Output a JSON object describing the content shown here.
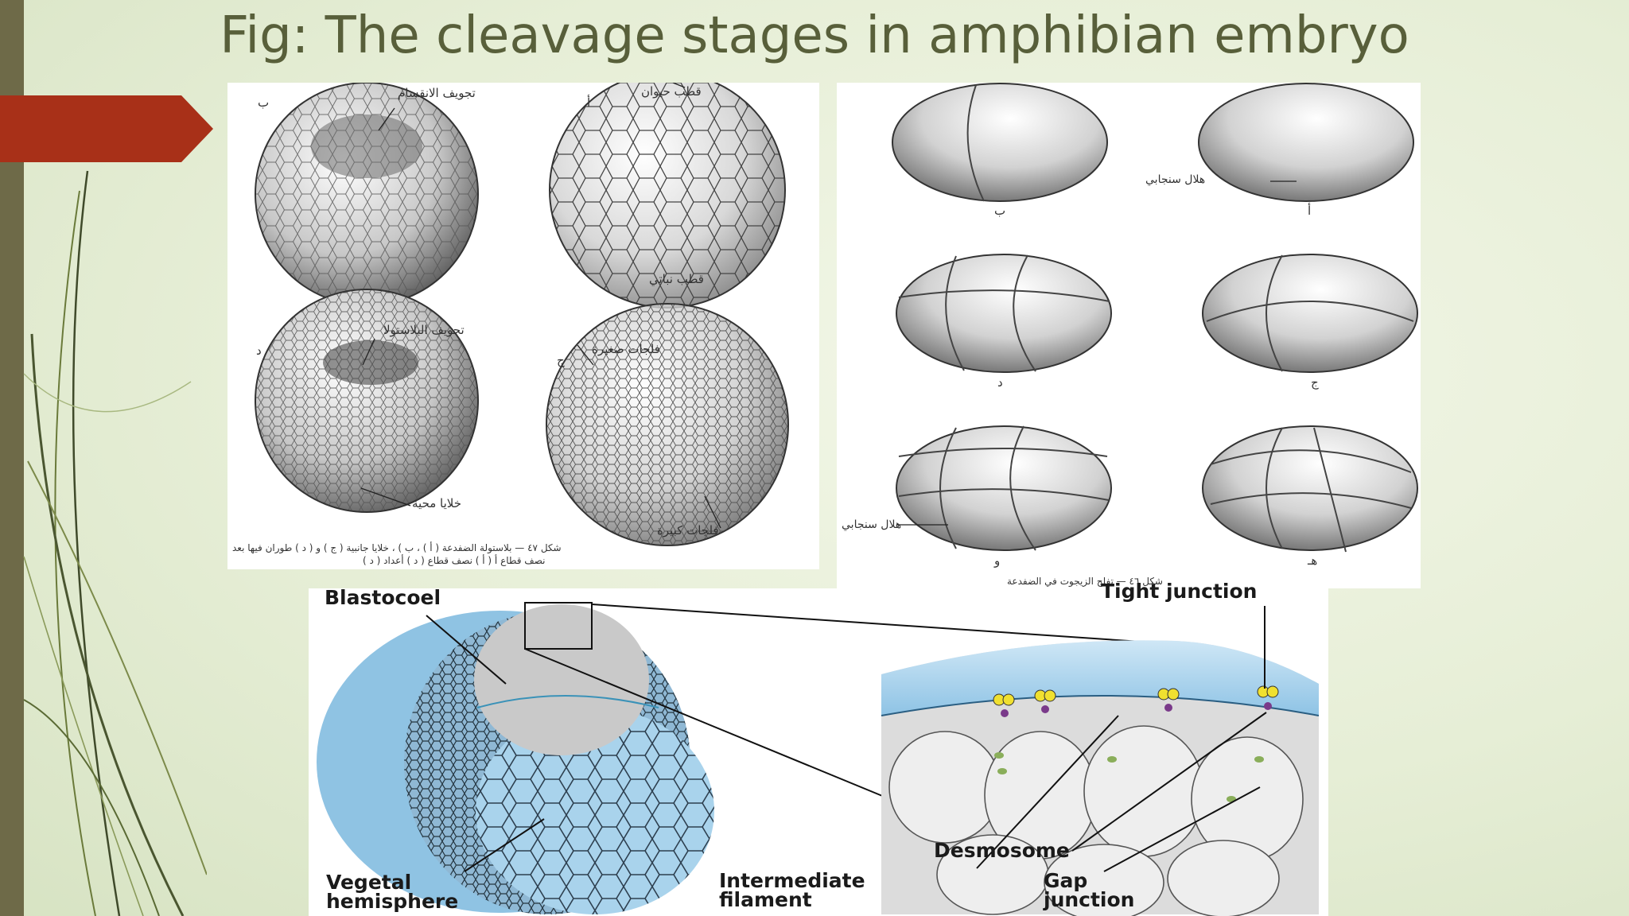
{
  "slide": {
    "title": "Fig: The cleavage stages in amphibian embryo",
    "colors": {
      "accent": "#a83018",
      "sidebar": "#6e6a48",
      "title": "#585f3a",
      "blue": "#8fc3e3"
    }
  },
  "blastula_figure": {
    "labels": {
      "stage_a": "أ",
      "stage_b": "ب",
      "stage_c": "ج",
      "stage_d": "د",
      "animal_pole": "قطب حيوان",
      "vegetal_pole": "قطب نباتي",
      "segmentation_cavity": "تجويف الانقسام",
      "blastocoel": "تجويف البلاستولا",
      "small_cells": "فلجات صغيرة",
      "large_cells": "فلجات كبيرة",
      "yolk_cells": "خلايا محية"
    },
    "caption_line1": "شكل ٤٧ — بلاستولة الضفدعة ( أ ) ، ب ) ، خلايا جانبية ( ج ) و ( د ) طوران فيها بعد",
    "caption_line2": "( د ) نصف قطاع أ ( أ ) نصف قطاع ( د ) أعداد"
  },
  "cleavage_figure": {
    "labels": {
      "stage_a": "أ",
      "stage_b": "ب",
      "stage_c": "ج",
      "stage_d": "د",
      "stage_e": "هـ",
      "stage_f": "و",
      "cleavage_furrow_1": "هلال سنجابي",
      "cleavage_furrow_2": "هلال سنجابي"
    },
    "caption": "شكل ٤٦ — تفلج الزيجوت في الضفدعة"
  },
  "junction_figure": {
    "labels": {
      "blastocoel": "Blastocoel",
      "tight_junction": "Tight junction",
      "desmosome": "Desmosome",
      "vegetal_hemisphere": "Vegetal\nhemisphere",
      "intermediate_filament": "Intermediate\nfilament",
      "gap_junction": "Gap\njunction"
    }
  }
}
